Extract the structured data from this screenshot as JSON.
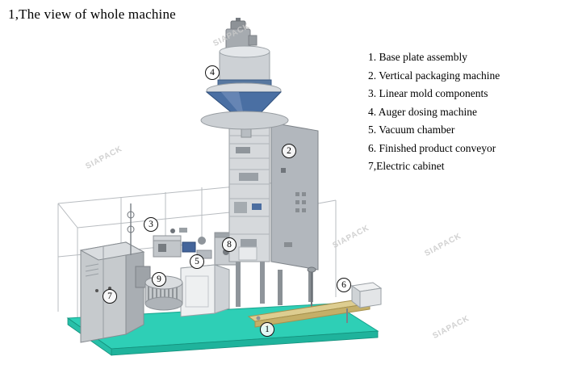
{
  "page": {
    "title": "1,The view of whole machine"
  },
  "legend": {
    "items": [
      "1. Base plate assembly",
      "2. Vertical packaging machine",
      "3. Linear mold components",
      "4. Auger dosing machine",
      "5. Vacuum chamber",
      "6. Finished product conveyor",
      "7,Electric cabinet"
    ]
  },
  "callouts": [
    "4",
    "2",
    "3",
    "8",
    "5",
    "9",
    "6",
    "7",
    "1"
  ],
  "watermark": {
    "text": "SIAPACK"
  },
  "colors": {
    "base_plate": "#2ecfb6",
    "funnel_blue": "#4a6fa3",
    "conveyor_belt": "#ddcd90",
    "machine_gray": "#c6cacd"
  }
}
